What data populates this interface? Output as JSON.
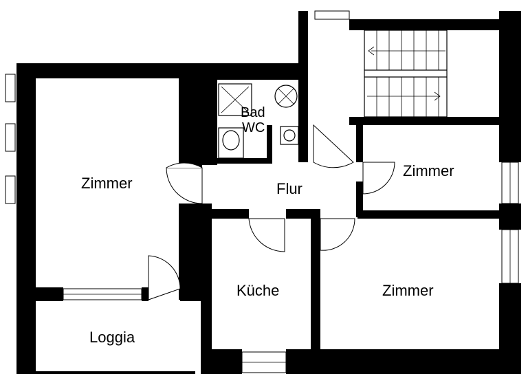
{
  "rooms": {
    "zimmer_left": "Zimmer",
    "bad": "Bad",
    "wc": "WC",
    "flur": "Flur",
    "zimmer_right_top": "Zimmer",
    "kueche": "Küche",
    "zimmer_right_bottom": "Zimmer",
    "loggia": "Loggia"
  },
  "colors": {
    "wall": "#000000",
    "background": "#ffffff"
  }
}
